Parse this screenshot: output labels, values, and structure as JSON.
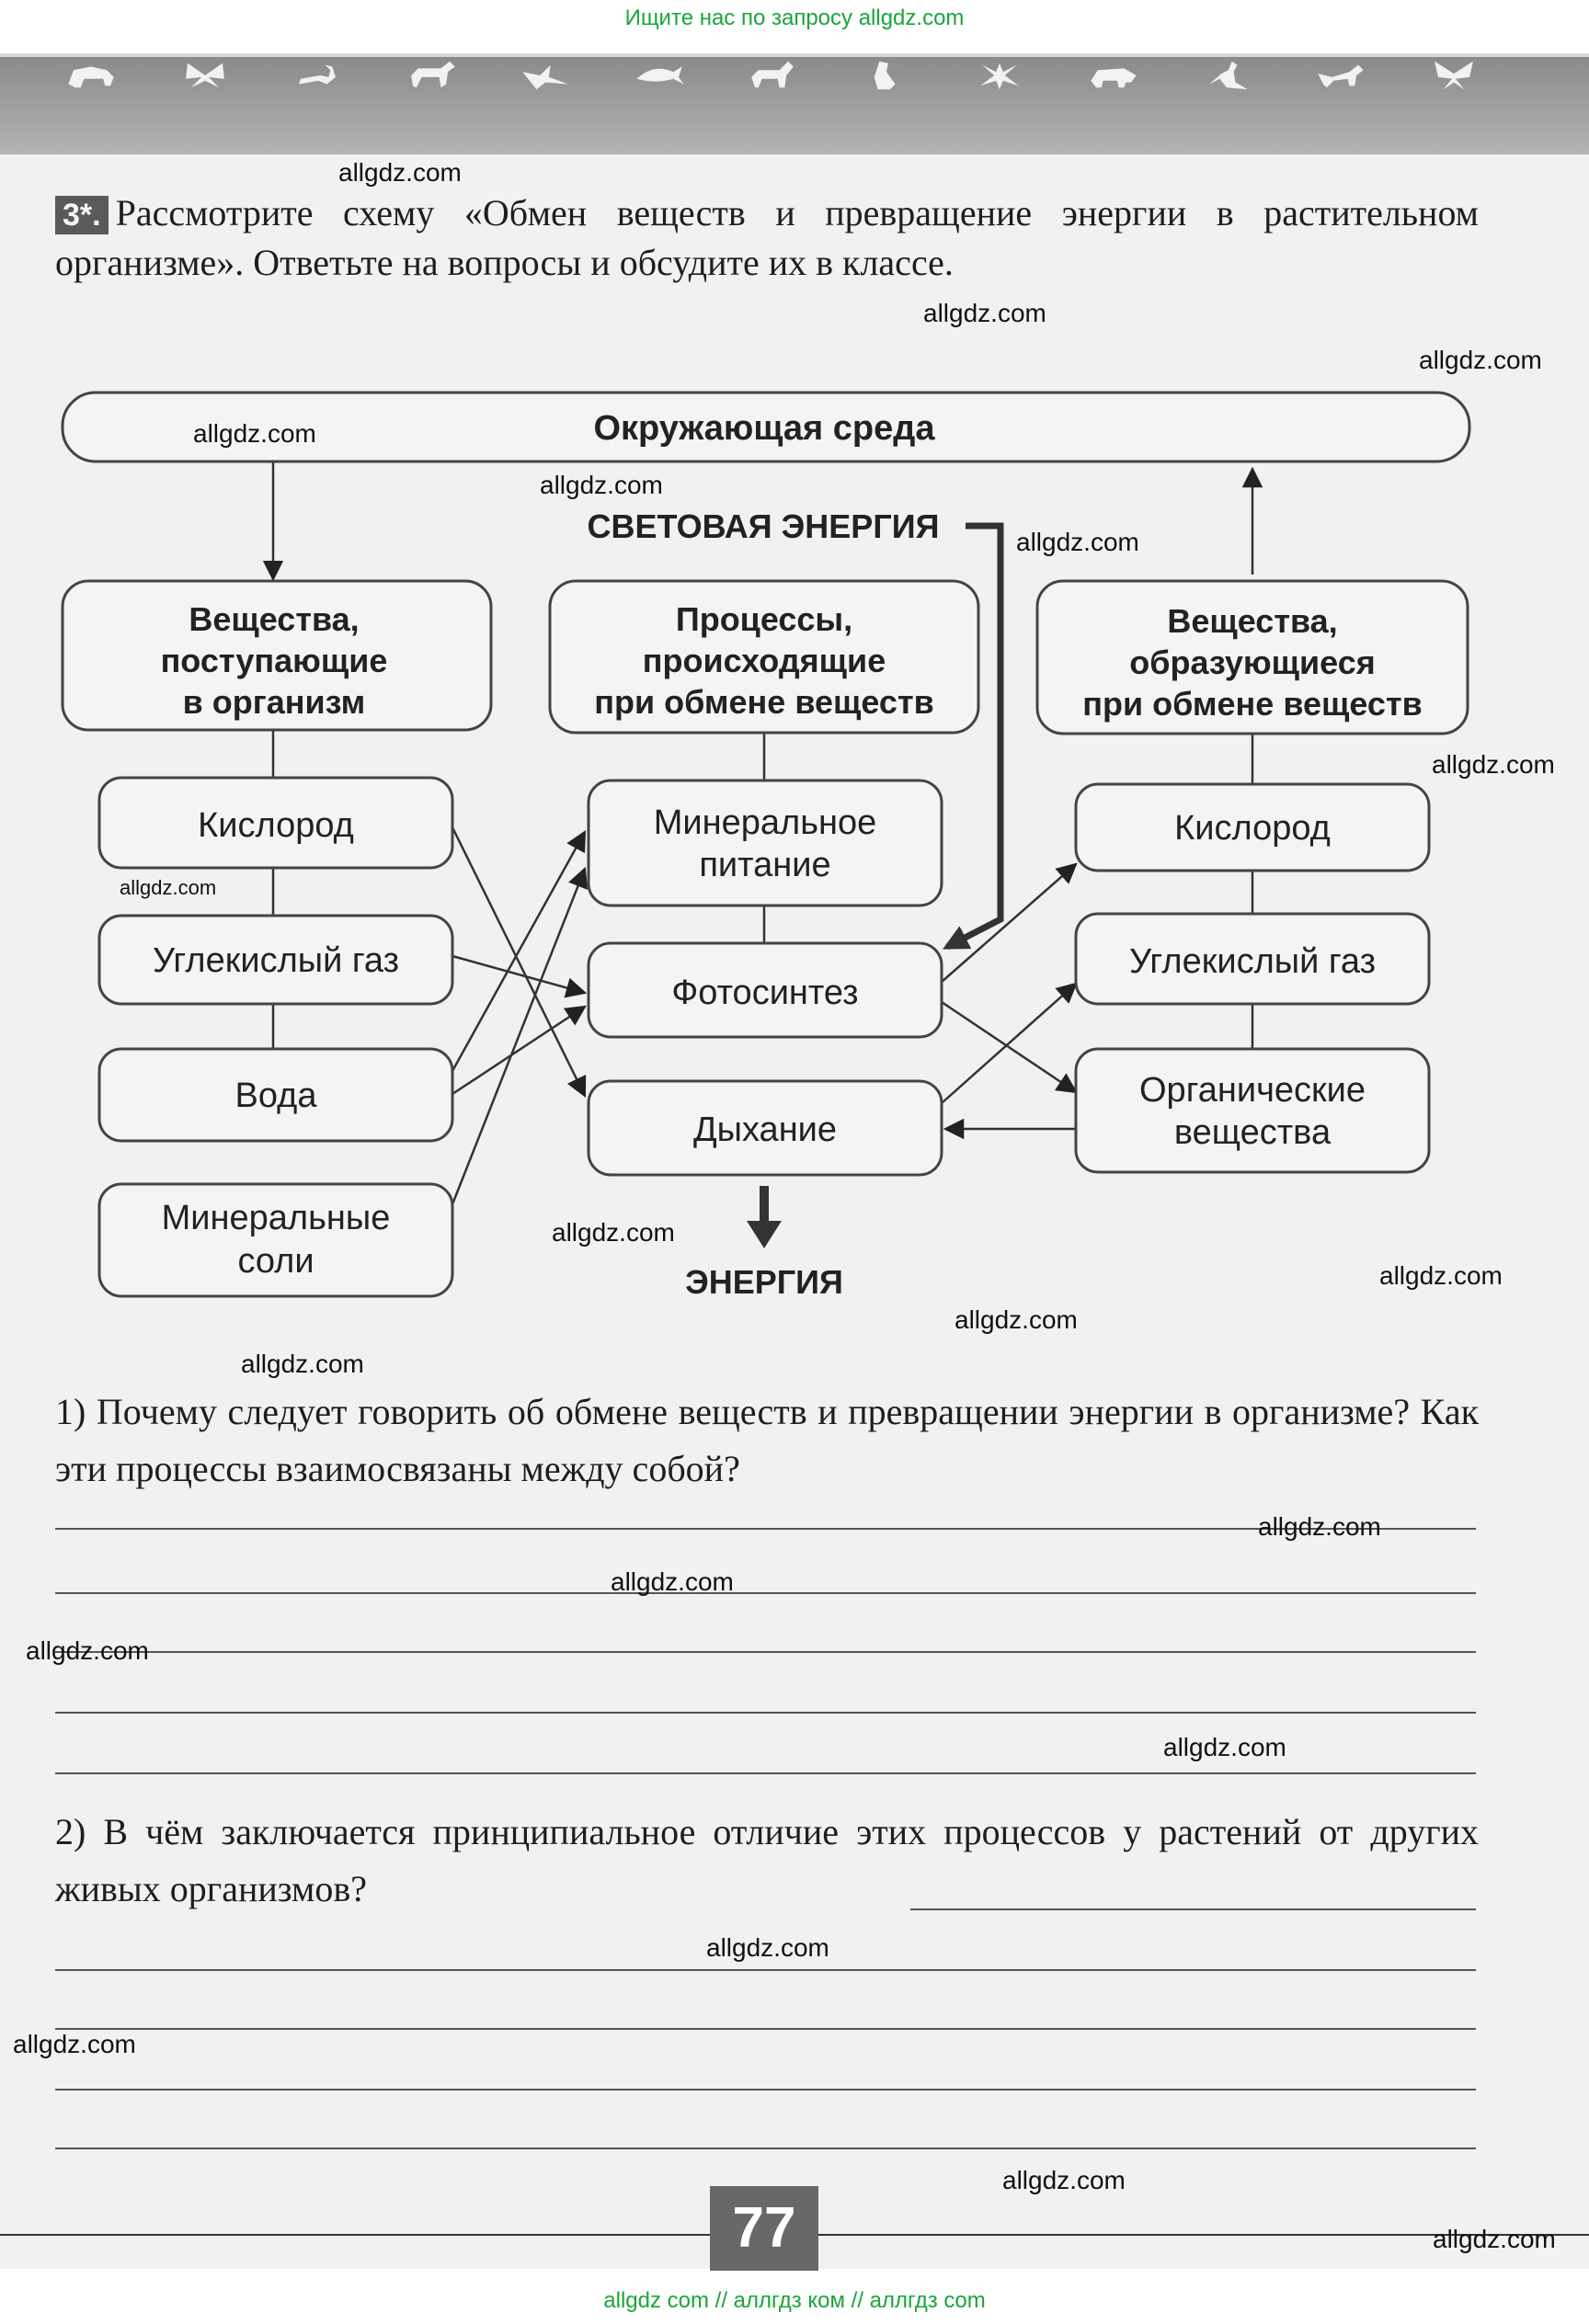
{
  "site": {
    "top_banner": "Ищите нас по запросу allgdz.com",
    "footer_links": "allgdz com  //  аллгдз ком  //  аллгдз com",
    "watermark": "allgdz.com"
  },
  "task": {
    "number": "3*.",
    "text": "Рассмотрите схему «Обмен веществ и превращение энергии в растительном организме». Ответьте на вопросы и обсудите их в классе."
  },
  "diagram": {
    "environment": "Окружающая среда",
    "light_energy": "СВЕТОВАЯ  ЭНЕРГИЯ",
    "energy": "ЭНЕРГИЯ",
    "columns": {
      "incoming": {
        "header": [
          "Вещества,",
          "поступающие",
          "в организм"
        ],
        "items": [
          [
            "Кислород"
          ],
          [
            "Углекислый газ"
          ],
          [
            "Вода"
          ],
          [
            "Минеральные",
            "соли"
          ]
        ]
      },
      "processes": {
        "header": [
          "Процессы,",
          "происходящие",
          "при обмене веществ"
        ],
        "items": [
          [
            "Минеральное",
            "питание"
          ],
          [
            "Фотосинтез"
          ],
          [
            "Дыхание"
          ]
        ]
      },
      "outgoing": {
        "header": [
          "Вещества,",
          "образующиеся",
          "при обмене веществ"
        ],
        "items": [
          [
            "Кислород"
          ],
          [
            "Углекислый газ"
          ],
          [
            "Органические",
            "вещества"
          ]
        ]
      }
    }
  },
  "questions": [
    {
      "text": "1) Почему следует говорить об обмене веществ и превращении энергии в организме? Как эти процессы взаимосвязаны между собой?"
    },
    {
      "text": "2) В чём заключается принципиальное отличие этих процессов у растений от других живых организмов?"
    }
  ],
  "page_number": "77"
}
